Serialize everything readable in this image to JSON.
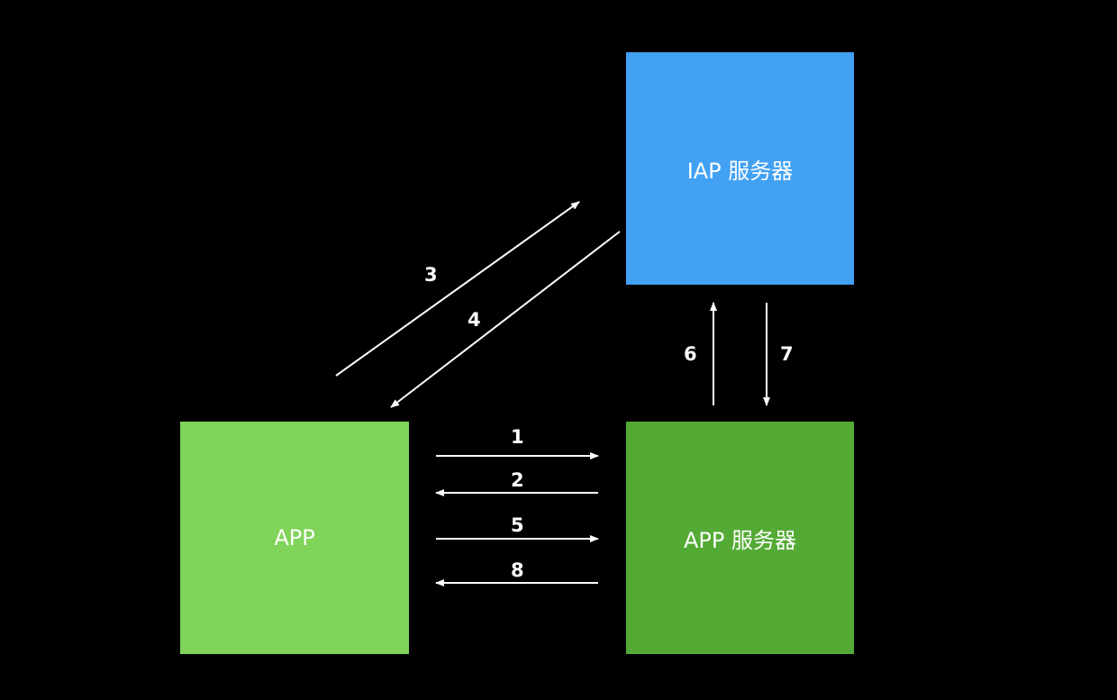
{
  "colors": {
    "background": "#000000",
    "iap_box": "#42a1f3",
    "app_box": "#80d45a",
    "app_server_box": "#53ab35",
    "arrow": "#ffffff"
  },
  "nodes": {
    "iap_server": "IAP 服务器",
    "app": "APP",
    "app_server": "APP 服务器"
  },
  "steps": [
    "1",
    "2",
    "3",
    "4",
    "5",
    "6",
    "7",
    "8"
  ]
}
